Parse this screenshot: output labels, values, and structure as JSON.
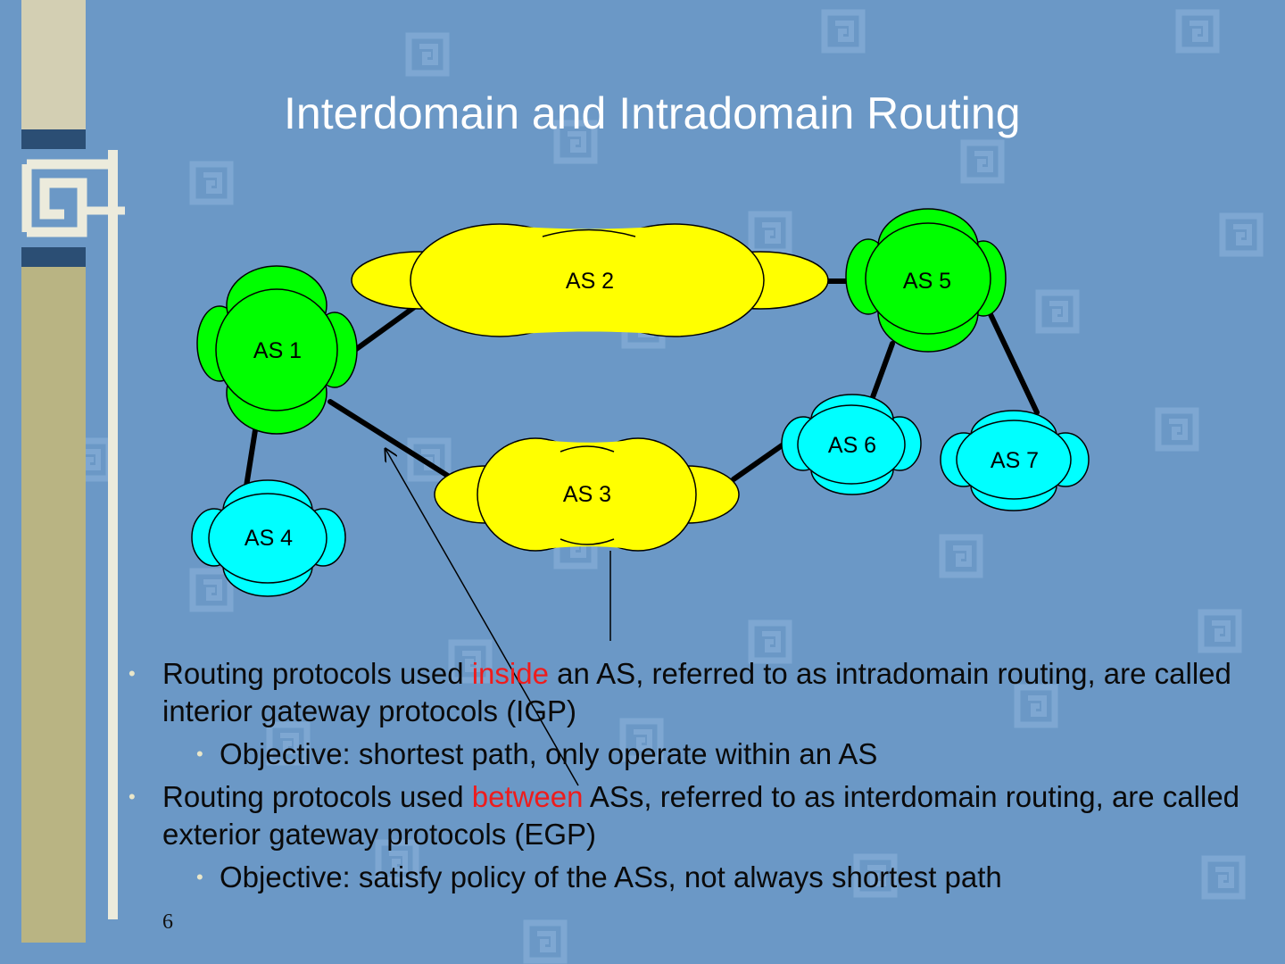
{
  "slide": {
    "title": "Interdomain and Intradomain Routing",
    "number": "6"
  },
  "diagram": {
    "nodes": [
      {
        "id": "as1",
        "label": "AS 1",
        "color": "#00ff00"
      },
      {
        "id": "as2",
        "label": "AS 2",
        "color": "#ffff00"
      },
      {
        "id": "as3",
        "label": "AS 3",
        "color": "#ffff00"
      },
      {
        "id": "as4",
        "label": "AS 4",
        "color": "#00ffff"
      },
      {
        "id": "as5",
        "label": "AS 5",
        "color": "#00ff00"
      },
      {
        "id": "as6",
        "label": "AS 6",
        "color": "#00ffff"
      },
      {
        "id": "as7",
        "label": "AS 7",
        "color": "#00ffff"
      }
    ],
    "links": [
      [
        "as1",
        "as2"
      ],
      [
        "as1",
        "as3"
      ],
      [
        "as1",
        "as4"
      ],
      [
        "as2",
        "as5"
      ],
      [
        "as3",
        "as6"
      ],
      [
        "as5",
        "as6"
      ],
      [
        "as5",
        "as7"
      ]
    ]
  },
  "bullets": [
    {
      "pre": "Routing protocols used ",
      "hl": "inside",
      "post": " an AS, referred to as intradomain routing, are called interior gateway protocols (IGP)"
    },
    {
      "sub": "Objective: shortest path, only operate within an AS"
    },
    {
      "pre": "Routing protocols used ",
      "hl": "between",
      "post": " ASs, referred to as interdomain routing, are called exterior gateway protocols (EGP)"
    },
    {
      "sub": "Objective: satisfy policy of the ASs, not always shortest path"
    }
  ],
  "colors": {
    "background": "#6b98c6",
    "highlight": "#ee1c1c",
    "title": "#ffffff"
  }
}
